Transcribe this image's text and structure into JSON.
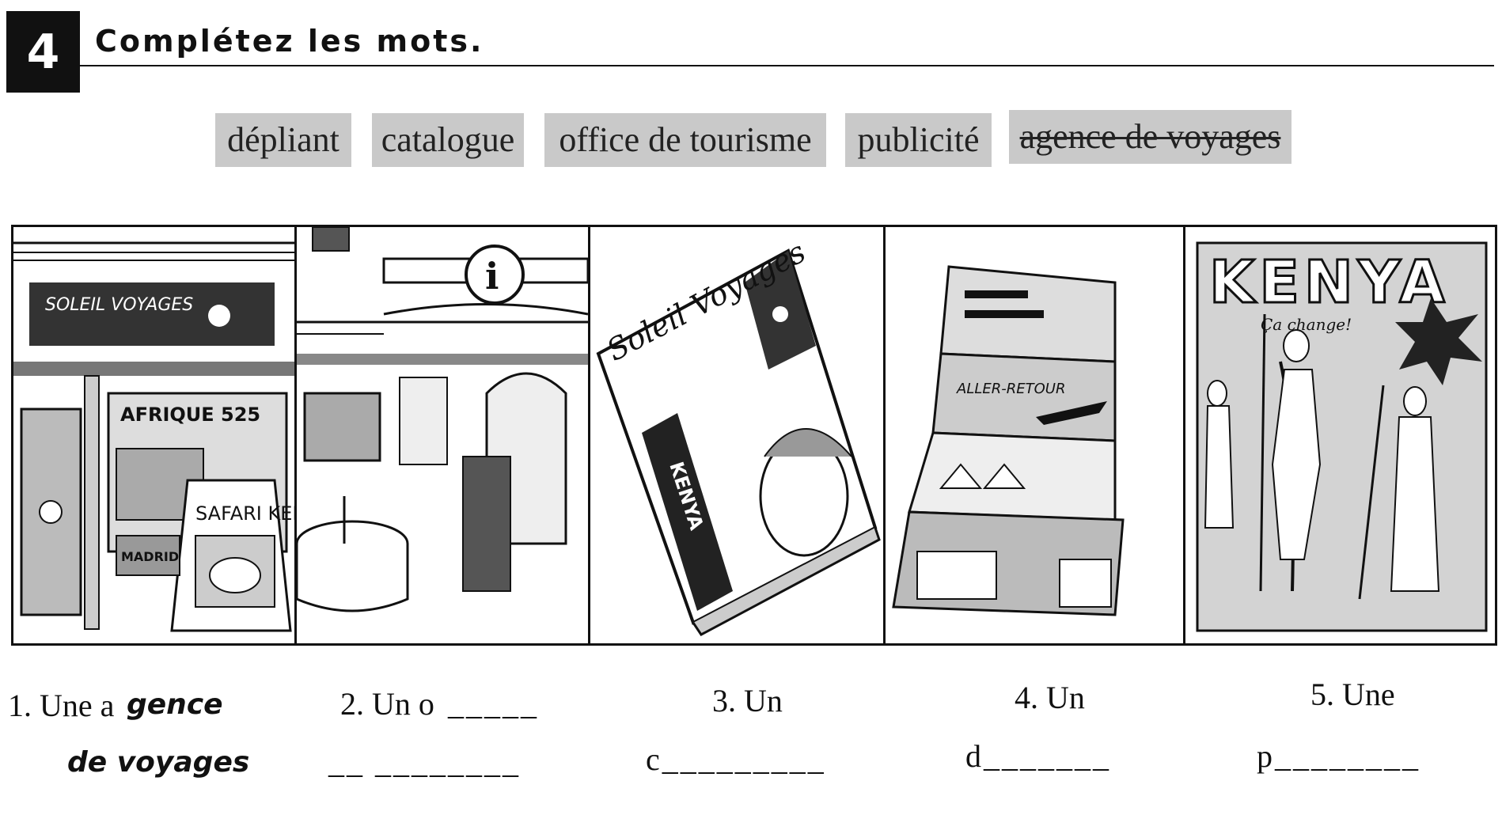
{
  "exercise": {
    "number": "4",
    "title": "Complétez les mots."
  },
  "word_bank": [
    {
      "text": "dépliant",
      "struck": false
    },
    {
      "text": "catalogue",
      "struck": false
    },
    {
      "text": "office de tourisme",
      "struck": false
    },
    {
      "text": "publicité",
      "struck": false
    },
    {
      "text": "agence de voyages",
      "struck": true
    }
  ],
  "illustrations": {
    "panel1": {
      "sign": "SOLEIL VOYAGES",
      "window": "AFRIQUE 525",
      "board": "SAFARI KENYA",
      "poster": "MADRID"
    },
    "panel2": {
      "info": "i"
    },
    "panel3": {
      "cover": "Soleil Voyages",
      "spine": "KENYA"
    },
    "panel4": {
      "ticket": "ALLER-RETOUR"
    },
    "panel5": {
      "headline": "KENYA",
      "tagline": "Ça change!"
    }
  },
  "answers": [
    {
      "prefix": "1. Une a",
      "handwritten_1": "gence",
      "handwritten_2": "de voyages"
    },
    {
      "prefix": "2. Un o",
      "blank_1": "_____",
      "blank_2": "__ ________"
    },
    {
      "prefix": "3. Un",
      "blank_2": "c_________"
    },
    {
      "prefix": "4. Un",
      "blank_2": "d_______"
    },
    {
      "prefix": "5. Une",
      "blank_2": "p________"
    }
  ]
}
